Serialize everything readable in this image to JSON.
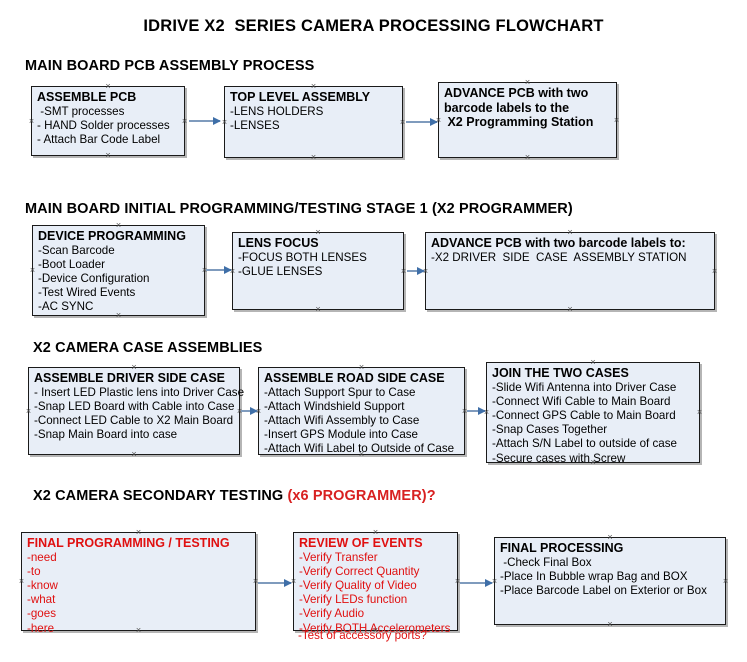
{
  "document": {
    "title": "IDRIVE X2  SERIES CAMERA PROCESSING FLOWCHART"
  },
  "sections": [
    {
      "id": "main-board-pcb-assembly",
      "heading": "MAIN BOARD PCB ASSEMBLY PROCESS",
      "heading_accent": ""
    },
    {
      "id": "main-board-initial-programming",
      "heading": "MAIN BOARD INITIAL PROGRAMMING/TESTING STAGE 1 (X2 PROGRAMMER)",
      "heading_accent": ""
    },
    {
      "id": "x2-camera-case-assemblies",
      "heading": "X2 CAMERA CASE ASSEMBLIES",
      "heading_accent": ""
    },
    {
      "id": "x2-camera-secondary-testing",
      "heading": "X2 CAMERA SECONDARY TESTING ",
      "heading_accent": "(x6 PROGRAMMER)?"
    }
  ],
  "nodes": {
    "assemble_pcb": {
      "title": "ASSEMBLE PCB",
      "lines": [
        " -SMT processes",
        "- HAND Solder processes",
        "- Attach Bar Code Label"
      ]
    },
    "top_level_assembly": {
      "title": "TOP LEVEL ASSEMBLY",
      "lines": [
        "-LENS HOLDERS",
        "-LENSES"
      ]
    },
    "advance_pcb_to_programming": {
      "title": "ADVANCE PCB with two",
      "lines": [
        "barcode labels to the",
        " X2 Programming Station"
      ]
    },
    "device_programming": {
      "title": "DEVICE PROGRAMMING",
      "lines": [
        "-Scan Barcode",
        "-Boot Loader",
        "-Device Configuration",
        "-Test Wired Events",
        "-AC SYNC"
      ]
    },
    "lens_focus": {
      "title": "LENS FOCUS",
      "lines": [
        "-FOCUS BOTH LENSES",
        "-GLUE LENSES"
      ]
    },
    "advance_pcb_to_case_station": {
      "title": "ADVANCE PCB with two barcode labels to:",
      "lines": [
        "-X2 DRIVER  SIDE  CASE  ASSEMBLY STATION"
      ]
    },
    "assemble_driver_side_case": {
      "title": "ASSEMBLE DRIVER SIDE CASE",
      "lines": [
        "- Insert LED Plastic lens into Driver Case",
        "-Snap LED Board with Cable into Case",
        "-Connect LED Cable to X2 Main Board",
        "-Snap Main Board into case"
      ]
    },
    "assemble_road_side_case": {
      "title": "ASSEMBLE ROAD SIDE CASE",
      "lines": [
        "-Attach Support Spur to Case",
        "-Attach Windshield Support",
        "-Attach Wifi Assembly to Case",
        "-Insert GPS Module into Case",
        "-Attach Wifi Label to Outside of Case"
      ]
    },
    "join_the_two_cases": {
      "title": "JOIN THE TWO CASES",
      "lines": [
        "-Slide Wifi Antenna into Driver Case",
        "-Connect Wifi Cable to Main Board",
        "-Connect GPS Cable to Main Board",
        "-Snap Cases Together",
        "-Attach S/N Label to outside of case",
        "-Secure cases with Screw"
      ]
    },
    "final_programming_testing": {
      "title": "FINAL PROGRAMMING / TESTING",
      "lines": [
        "-need",
        "-to",
        "-know",
        "-what",
        "-goes",
        "-here"
      ]
    },
    "review_of_events": {
      "title": "REVIEW OF EVENTS",
      "lines": [
        "-Verify Transfer",
        "-Verify Correct Quantity",
        "-Verify Quality of Video",
        "-Verify LEDs function",
        "-Verify Audio",
        "-Verify BOTH Accelerometers"
      ],
      "overflow_line": "-Test of accessory ports?"
    },
    "final_processing": {
      "title": "FINAL PROCESSING",
      "lines": [
        " -Check Final Box",
        "-Place In Bubble wrap Bag and BOX",
        "-Place Barcode Label on Exterior or Box"
      ]
    }
  },
  "colors": {
    "node_fill": "#e8eef7",
    "node_border": "#1a1a1a",
    "connector": "#7f9bbd",
    "arrow_head": "#3f6fa8",
    "accent_red": "#e01010",
    "text": "#000000",
    "background": "#ffffff"
  }
}
